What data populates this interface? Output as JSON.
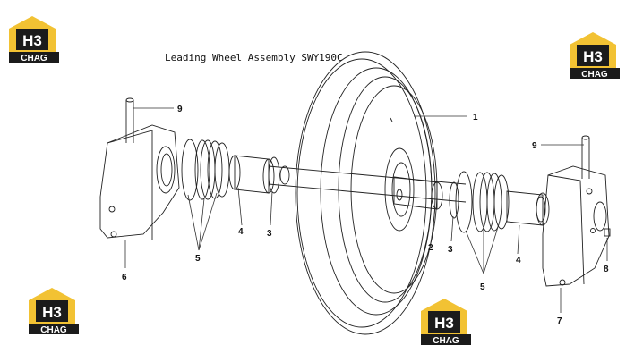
{
  "title": "Leading Wheel Assembly SWY190C",
  "logo": {
    "mark": "H3",
    "text": "CHAG",
    "colors": {
      "yellow": "#f2c233",
      "dark": "#1b1b1b",
      "white": "#ffffff"
    }
  },
  "callouts": {
    "c1": "1",
    "c2": "2",
    "c3_left": "3",
    "c3_right": "3",
    "c4_left": "4",
    "c4_right": "4",
    "c5_left": "5",
    "c5_right": "5",
    "c6": "6",
    "c7": "7",
    "c8": "8",
    "c9_left": "9",
    "c9_right": "9"
  }
}
